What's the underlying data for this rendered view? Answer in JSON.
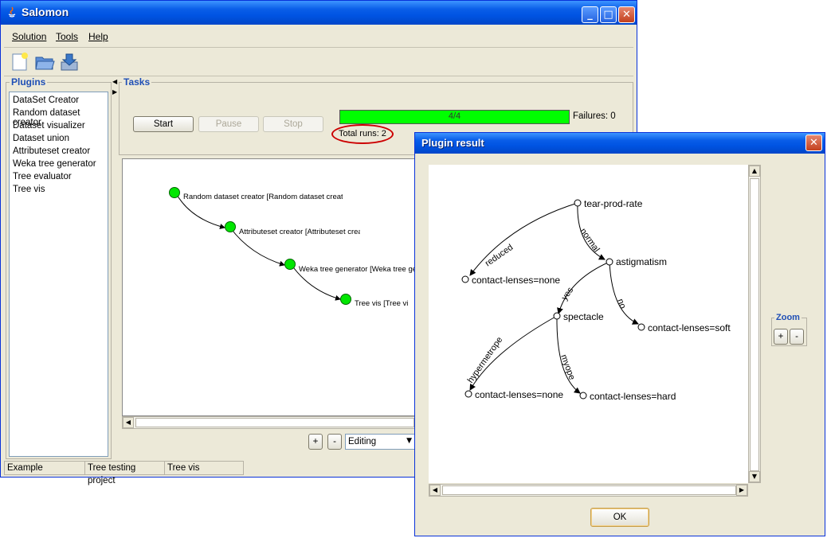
{
  "main_window": {
    "title": "Salomon",
    "controls": {
      "minimize": "_",
      "maximize": "□",
      "close": "✕"
    },
    "menu": [
      "Solution",
      "Tools",
      "Help"
    ],
    "toolbar_icons": [
      "new-file-icon",
      "open-folder-icon",
      "save-icon"
    ],
    "plugins": {
      "title": "Plugins",
      "items": [
        "DataSet Creator",
        "Random dataset creator",
        "Dataset visualizer",
        "Dataset union",
        "Attributeset creator",
        "Weka tree generator",
        "Tree evaluator",
        "Tree vis"
      ]
    },
    "tasks": {
      "title": "Tasks",
      "start_label": "Start",
      "pause_label": "Pause",
      "stop_label": "Stop",
      "progress_text": "4/4",
      "progress_fraction": 1.0,
      "failures_label": "Failures: 0",
      "total_runs_label": "Total runs: 2",
      "accent_color": "#00ff00",
      "annotation_color": "#cc0000"
    },
    "graph_nodes": [
      {
        "label": "Random dataset creator [Random dataset creat"
      },
      {
        "label": "Attributeset creator [Attributeset crea"
      },
      {
        "label": "Weka tree generator [Weka tree ge"
      },
      {
        "label": "Tree vis [Tree vi"
      }
    ],
    "bottom_controls": {
      "zoom_in": "+",
      "zoom_out": "-",
      "mode_selected": "Editing"
    },
    "status": [
      "Example",
      "Tree testing project",
      "Tree vis"
    ]
  },
  "plugin_dialog": {
    "title": "Plugin result",
    "close": "✕",
    "zoom_title": "Zoom",
    "zoom_in": "+",
    "zoom_out": "-",
    "ok_label": "OK",
    "tree": {
      "nodes": {
        "root": "tear-prod-rate",
        "none1": "contact-lenses=none",
        "astig": "astigmatism",
        "spect": "spectacle",
        "soft": "contact-lenses=soft",
        "none2": "contact-lenses=none",
        "hard": "contact-lenses=hard"
      },
      "edges": {
        "reduced": "reduced",
        "normal": "normal",
        "yes": "yes",
        "no": "no",
        "hypermetrope": "hypermetrope",
        "myope": "myope"
      }
    }
  }
}
